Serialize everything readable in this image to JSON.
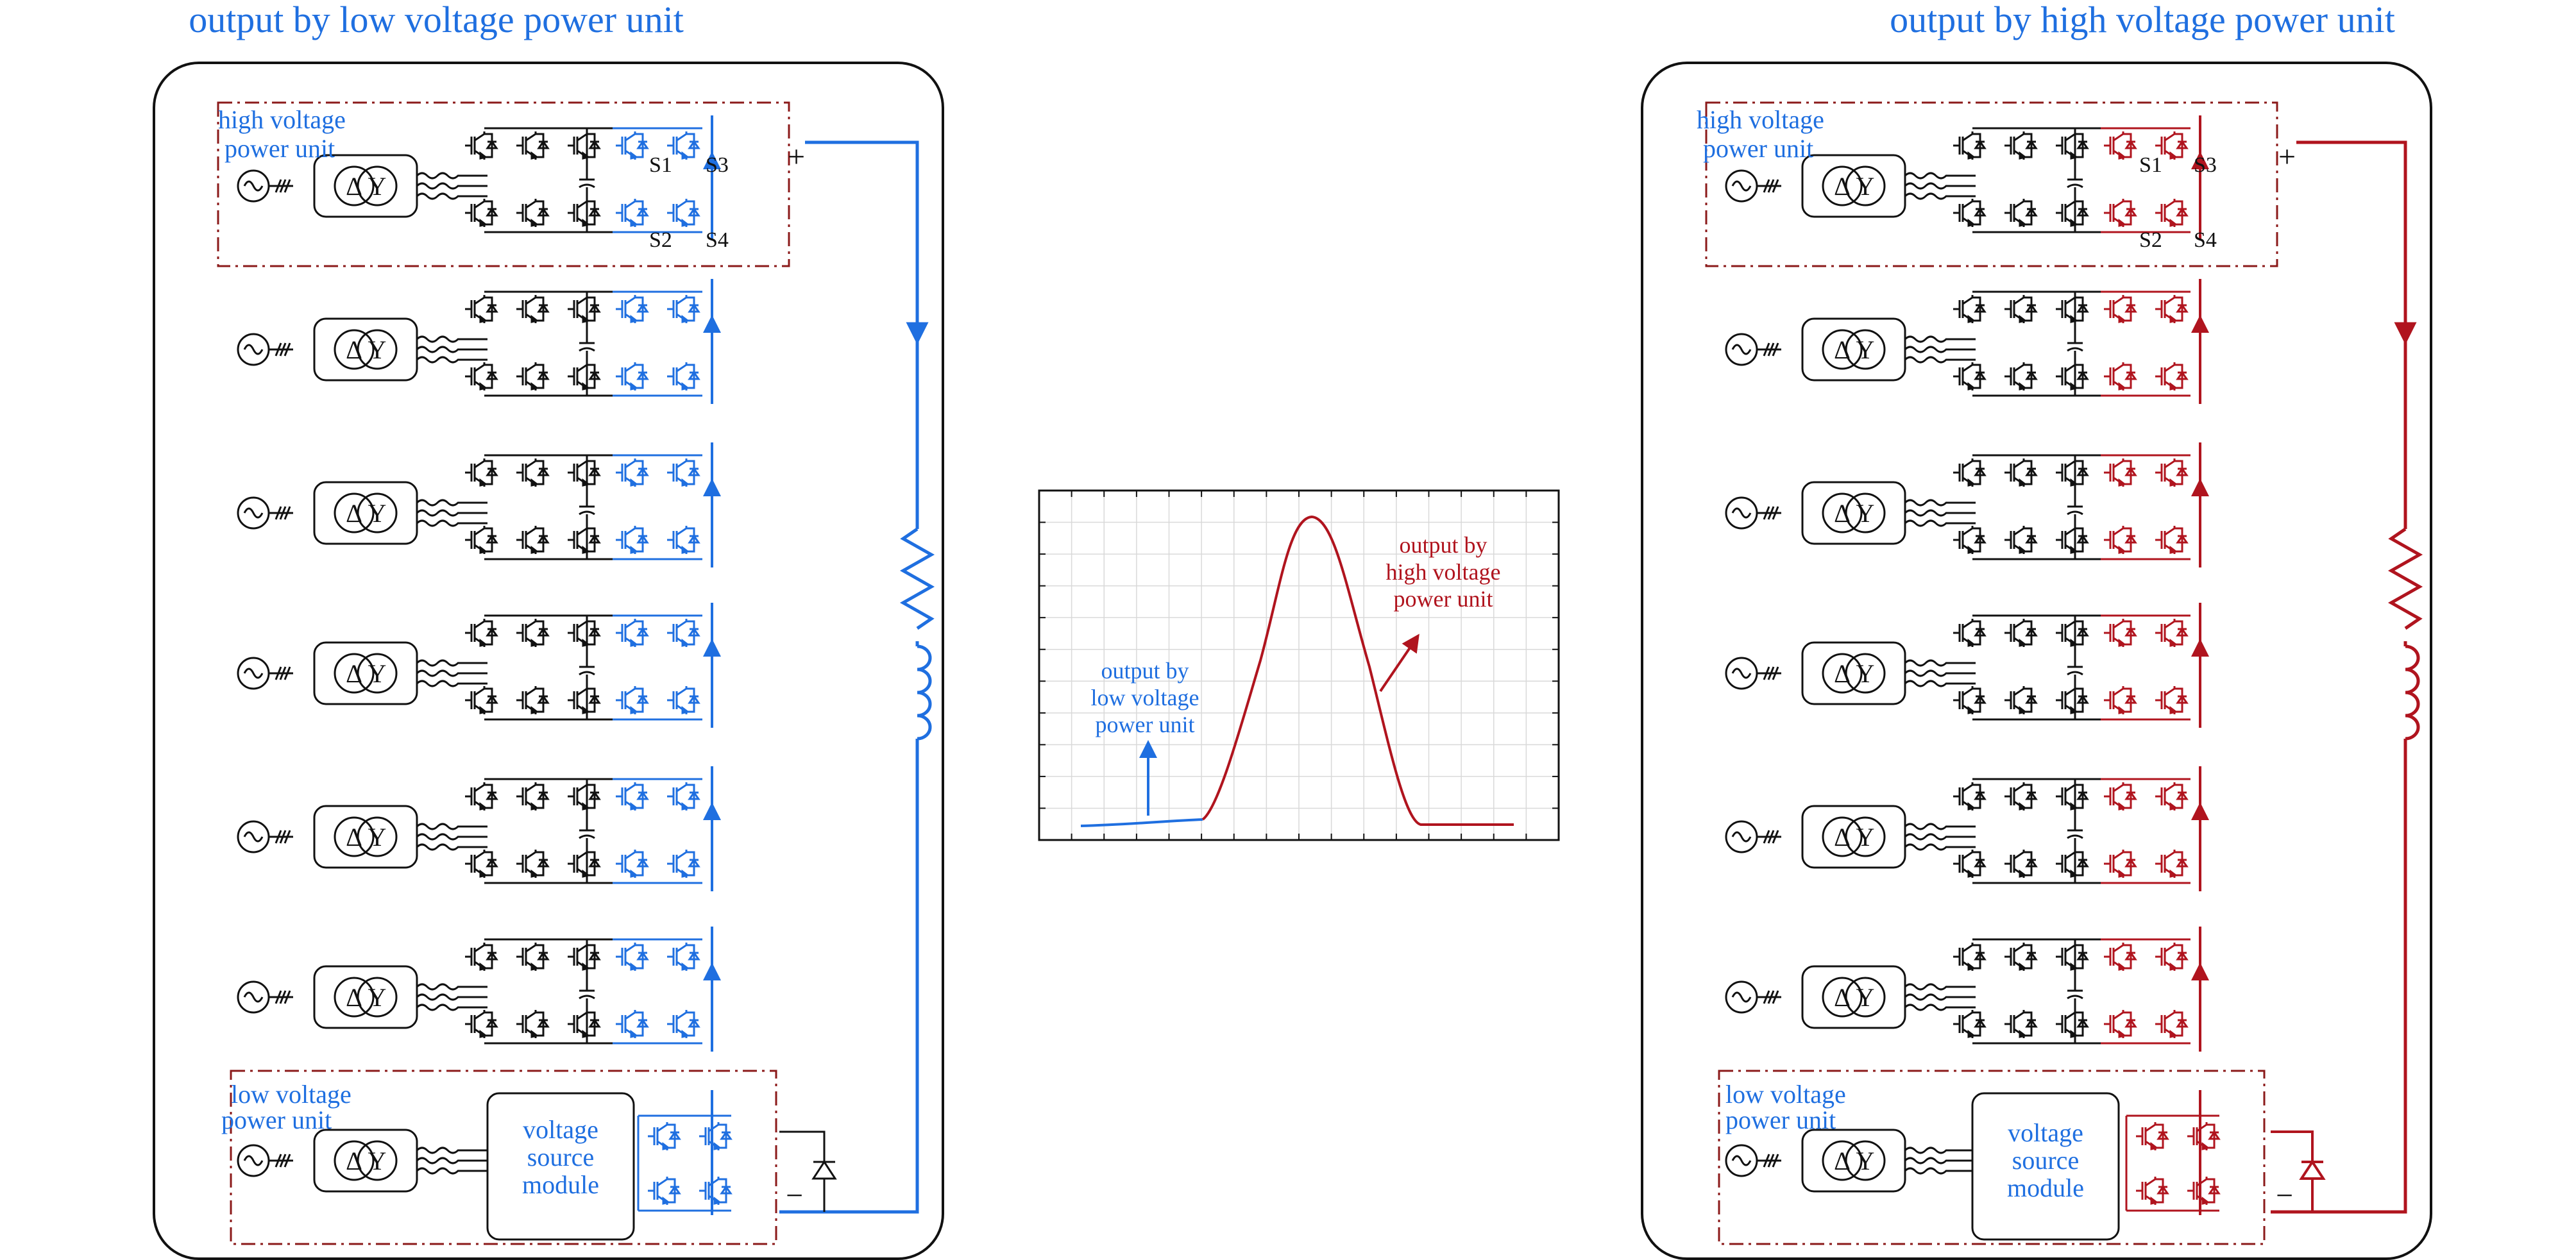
{
  "colors": {
    "blue": "#1f6fe0",
    "red": "#b0141e",
    "black": "#111111",
    "frame": "#8b1a1a",
    "grid": "#d9d9d9"
  },
  "left_panel": {
    "title": "output by low voltage power unit",
    "hv_unit_label_1": "high voltage",
    "hv_unit_label_2": "power unit",
    "lv_unit_label_1": "low voltage",
    "lv_unit_label_2": "power unit",
    "vsm_label_1": "voltage",
    "vsm_label_2": "source",
    "vsm_label_3": "module",
    "plus": "+",
    "minus": "−",
    "s1": "S1",
    "s2": "S2",
    "s3": "S3",
    "s4": "S4",
    "delta": "Δ",
    "wye": "Y"
  },
  "right_panel": {
    "title": "output by high voltage power unit",
    "hv_unit_label_1": "high voltage",
    "hv_unit_label_2": "power unit",
    "lv_unit_label_1": "low voltage",
    "lv_unit_label_2": "power unit",
    "vsm_label_1": "voltage",
    "vsm_label_2": "source",
    "vsm_label_3": "module",
    "plus": "+",
    "minus": "−",
    "s1": "S1",
    "s2": "S2",
    "s3": "S3",
    "s4": "S4",
    "delta": "Δ",
    "wye": "Y"
  },
  "center_chart": {
    "low_label_1": "output by",
    "low_label_2": "low voltage",
    "low_label_3": "power unit",
    "high_label_1": "output by",
    "high_label_2": "high voltage",
    "high_label_3": "power unit"
  }
}
